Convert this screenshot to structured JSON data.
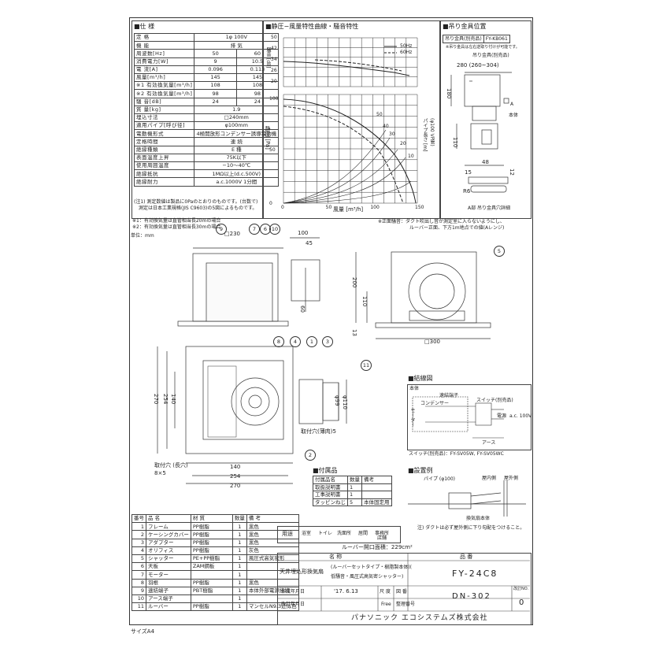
{
  "spec": {
    "heading": "■仕 様",
    "rows": [
      {
        "label": "定 格",
        "c1": "1φ 100V",
        "c2": ""
      },
      {
        "label": "機 能",
        "c1": "排 気",
        "c2": ""
      },
      {
        "label": "周波数[Hz]",
        "c1": "50",
        "c2": "60"
      },
      {
        "label": "消費電力[W]",
        "c1": "9",
        "c2": "10.5"
      },
      {
        "label": "電 流[A]",
        "c1": "0.096",
        "c2": "0.113"
      },
      {
        "label": "風量[m³/h]",
        "c1": "145",
        "c2": "145"
      },
      {
        "label": "※1 有効換気量[m³/h]",
        "c1": "108",
        "c2": "108"
      },
      {
        "label": "※2 有効換気量[m³/h]",
        "c1": "98",
        "c2": "98"
      },
      {
        "label": "騒 音[dB]",
        "c1": "24",
        "c2": "24"
      },
      {
        "label": "質 量[kg]",
        "c1": "1.9",
        "c2": ""
      },
      {
        "label": "埋込寸法",
        "c1": "□240mm",
        "c2": ""
      },
      {
        "label": "適用パイプ[呼び径]",
        "c1": "φ100mm",
        "c2": ""
      },
      {
        "label": "電動機形式",
        "c1": "4極開放形コンデンサー誘導電動機",
        "c2": ""
      },
      {
        "label": "定格時間",
        "c1": "連 続",
        "c2": ""
      },
      {
        "label": "絶縁種類",
        "c1": "E 種",
        "c2": ""
      },
      {
        "label": "表面温度上昇",
        "c1": "75K以下",
        "c2": ""
      },
      {
        "label": "使用周囲温度",
        "c1": "−10〜40℃",
        "c2": ""
      },
      {
        "label": "絶縁抵抗",
        "c1": "1MΩ以上(d.c.500V)",
        "c2": ""
      },
      {
        "label": "絶縁耐力",
        "c1": "a.c.1000V 1分間",
        "c2": ""
      }
    ],
    "note1": "(注1) 測定数値は製品に0Paのとおりのものです。(台数で)",
    "note2": "測定は日本工業規格(JIS C9603)の5図によるものです。",
    "foot1": "※1：有効換気量は直管相当長20mの場合",
    "foot2": "※2：有効換気量は直管相当長30mの場合",
    "unit": "単位：mm"
  },
  "chart": {
    "heading": "■静圧−風量特性曲線・騒音特性",
    "noise_ylabel": "騒音 [dB]",
    "sp_ylabel": "静圧 [Pa]",
    "xlabel": "風量 [m³/h]",
    "pipe_label": "パイプ長さ [m]",
    "pipe_label2": "(φ100 VP管)",
    "legend_50": "50Hz",
    "legend_60": "60Hz",
    "noise_ticks": [
      "50",
      "42",
      "34",
      "26",
      "20"
    ],
    "sp_ticks": [
      "100",
      "50",
      "0"
    ],
    "x_ticks": [
      "0",
      "50",
      "100",
      "150"
    ],
    "pipe_ticks": [
      "50",
      "40",
      "30",
      "20",
      "10"
    ]
  },
  "hanger": {
    "heading": "■吊り金具位置",
    "table_label": "吊り金具(別売品)",
    "table_value": "FY-KB061",
    "note": "※吊り金具は左右逆取り付けが可能です。",
    "part": "吊り金具(別売品)",
    "dim_280": "280 (260~304)",
    "dim_180": "180",
    "dim_110": "110",
    "dim_48": "48",
    "dim_15": "15",
    "dim_12": "12",
    "dim_r6": "R6",
    "a_label": "A",
    "body": "本体",
    "a_detail": "A部 吊り金具穴詳細",
    "noise_note1": "※正面騒音：ダクト吹出し音が測定室に入らないようにし、",
    "noise_note2": "ルーバー正面、下方1m地点での値(Aレンジ)"
  },
  "drawing": {
    "dim_230": "□230",
    "dim_100": "100",
    "dim_45": "45",
    "dim_60": "60",
    "dim_300": "□300",
    "dim_200": "200",
    "dim_110": "110",
    "dim_13": "13",
    "dim_270v": "270",
    "dim_254v": "254",
    "dim_140v": "140",
    "dim_99": "φ99",
    "dim_110d": "φ110",
    "dim_140h": "140",
    "dim_254h": "254",
    "dim_270h": "270",
    "mount_hole": "取付穴 (長穴)",
    "mount_size": "8×5",
    "mount_hole2": "取付穴(薄肉)5",
    "callouts": [
      "9",
      "7",
      "6",
      "10",
      "5",
      "11",
      "8",
      "4",
      "1",
      "3",
      "2"
    ]
  },
  "wiring": {
    "heading": "■結線図",
    "body": "本体",
    "terminal": "速結端子",
    "capacitor": "コンデンサー",
    "motor": "モーター",
    "switch": "スイッチ(別売品)",
    "power": "電源",
    "ac": "a.c. 100V",
    "earth": "アース",
    "switch_models": "スイッチ(別売品)：FY-SV05W, FY-SV05WC"
  },
  "accessories": {
    "heading": "■付属品",
    "headers": [
      "付属品名",
      "数量",
      "備考"
    ],
    "rows": [
      [
        "取扱説明書",
        "1",
        ""
      ],
      [
        "工事説明書",
        "1",
        ""
      ],
      [
        "タッピンねじ",
        "5",
        "本体固定用"
      ]
    ]
  },
  "install": {
    "heading": "■設置例",
    "pipe": "パイプ (φ100)",
    "hood": "屋外側",
    "wall": "屋内側",
    "fan": "換気扇本体",
    "note": "注) ダクトは必ず屋外側に下り勾配をつけること。"
  },
  "parts": {
    "headers": [
      "番号",
      "品 名",
      "材 質",
      "数量",
      "備 考"
    ],
    "rows": [
      [
        "1",
        "フレーム",
        "PP樹脂",
        "1",
        "黒色"
      ],
      [
        "2",
        "ケーシングカバー",
        "PP樹脂",
        "1",
        "黒色"
      ],
      [
        "3",
        "アダプター",
        "PP樹脂",
        "1",
        "黒色"
      ],
      [
        "4",
        "オリフィス",
        "PP樹脂",
        "1",
        "灰色"
      ],
      [
        "5",
        "シャッター",
        "PE+PP樹脂",
        "1",
        "風圧式高気密形"
      ],
      [
        "6",
        "天板",
        "ZAM鋼板",
        "1",
        ""
      ],
      [
        "7",
        "モーター",
        "",
        "1",
        ""
      ],
      [
        "8",
        "羽根",
        "PP樹脂",
        "1",
        "黒色"
      ],
      [
        "9",
        "速結端子",
        "PBT樹脂",
        "1",
        "本体外部電源接続"
      ],
      [
        "10",
        "アース端子",
        "",
        "1",
        ""
      ],
      [
        "11",
        "ルーバー",
        "PP樹脂",
        "1",
        "マンセルN9.3近似色"
      ]
    ]
  },
  "title_block": {
    "use_label": "用途",
    "uses": [
      "浴室",
      "トイレ",
      "洗面所",
      "居間",
      "事務所 店舗"
    ],
    "opening": "ルーバー開口面積：229cm²",
    "name_h": "名 称",
    "code_h": "品 番",
    "name1": "天井埋込形換気扇",
    "name2": "(ルーバーセットタイプ・樹脂製本体)(",
    "name3": "低騒音・風圧式高気密シャッター)",
    "model": "FY-24C8",
    "created_label": "作成年月日",
    "created": "'17. 6.13",
    "scale_label": "尺 度",
    "scale": "Free",
    "drawing_label": "図 番",
    "drawing_no": "DN-302",
    "revised_label": "改訂年月日",
    "manage_label": "整理番号",
    "rev_label": "改訂NO.",
    "rev": "0",
    "company": "パナソニック エコシステムズ株式会社"
  },
  "size": "サイズA4"
}
